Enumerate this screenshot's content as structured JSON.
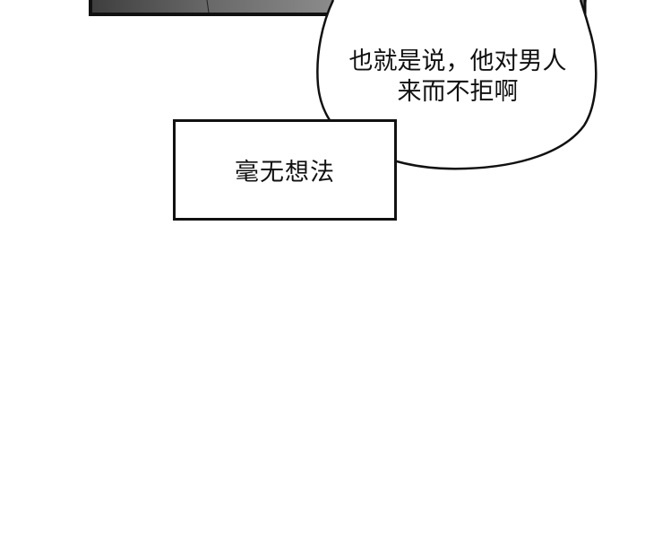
{
  "panel_top": {
    "fill_start": "#3c3c3c",
    "fill_end": "#8a8a8a",
    "border_color": "#111111"
  },
  "speech_bubble": {
    "lines": [
      "也就是说，他对男人",
      "来而不拒啊"
    ]
  },
  "caption_box": {
    "text": "毫无想法"
  },
  "colors": {
    "background": "#ffffff",
    "ink": "#111111"
  }
}
